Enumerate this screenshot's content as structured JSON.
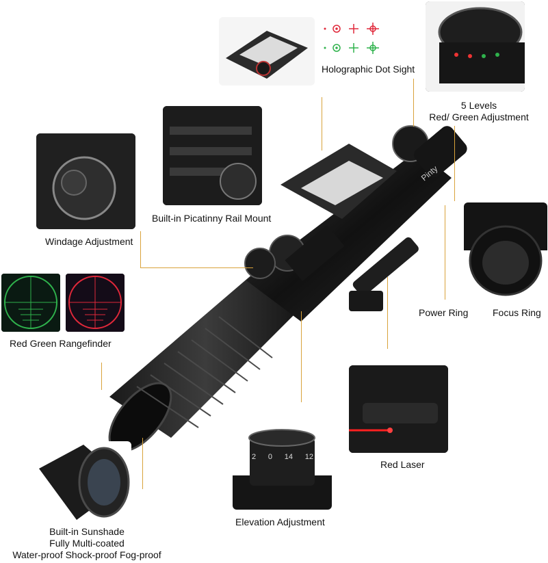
{
  "callouts": {
    "holographic": "Holographic Dot Sight",
    "levels_line1": "5 Levels",
    "levels_line2": "Red/ Green Adjustment",
    "picatinny": "Built-in Picatinny Rail Mount",
    "windage": "Windage Adjustment",
    "rangefinder": "Red Green Rangefinder",
    "power_ring": "Power Ring",
    "focus_ring": "Focus Ring",
    "red_laser": "Red Laser",
    "elevation": "Elevation Adjustment",
    "sunshade_line1": "Built-in Sunshade",
    "sunshade_line2": "Fully Multi-coated",
    "sunshade_line3": "Water-proof Shock-proof Fog-proof"
  },
  "brand_mark": "Pinty",
  "dial_numbers": [
    "2",
    "0",
    "14",
    "12"
  ],
  "colors": {
    "leader": "#d9a23a",
    "reticle_red": "#e0283a",
    "reticle_green": "#2fb24c",
    "laser": "#ff2020",
    "scope_body": "#1a1a1a"
  }
}
